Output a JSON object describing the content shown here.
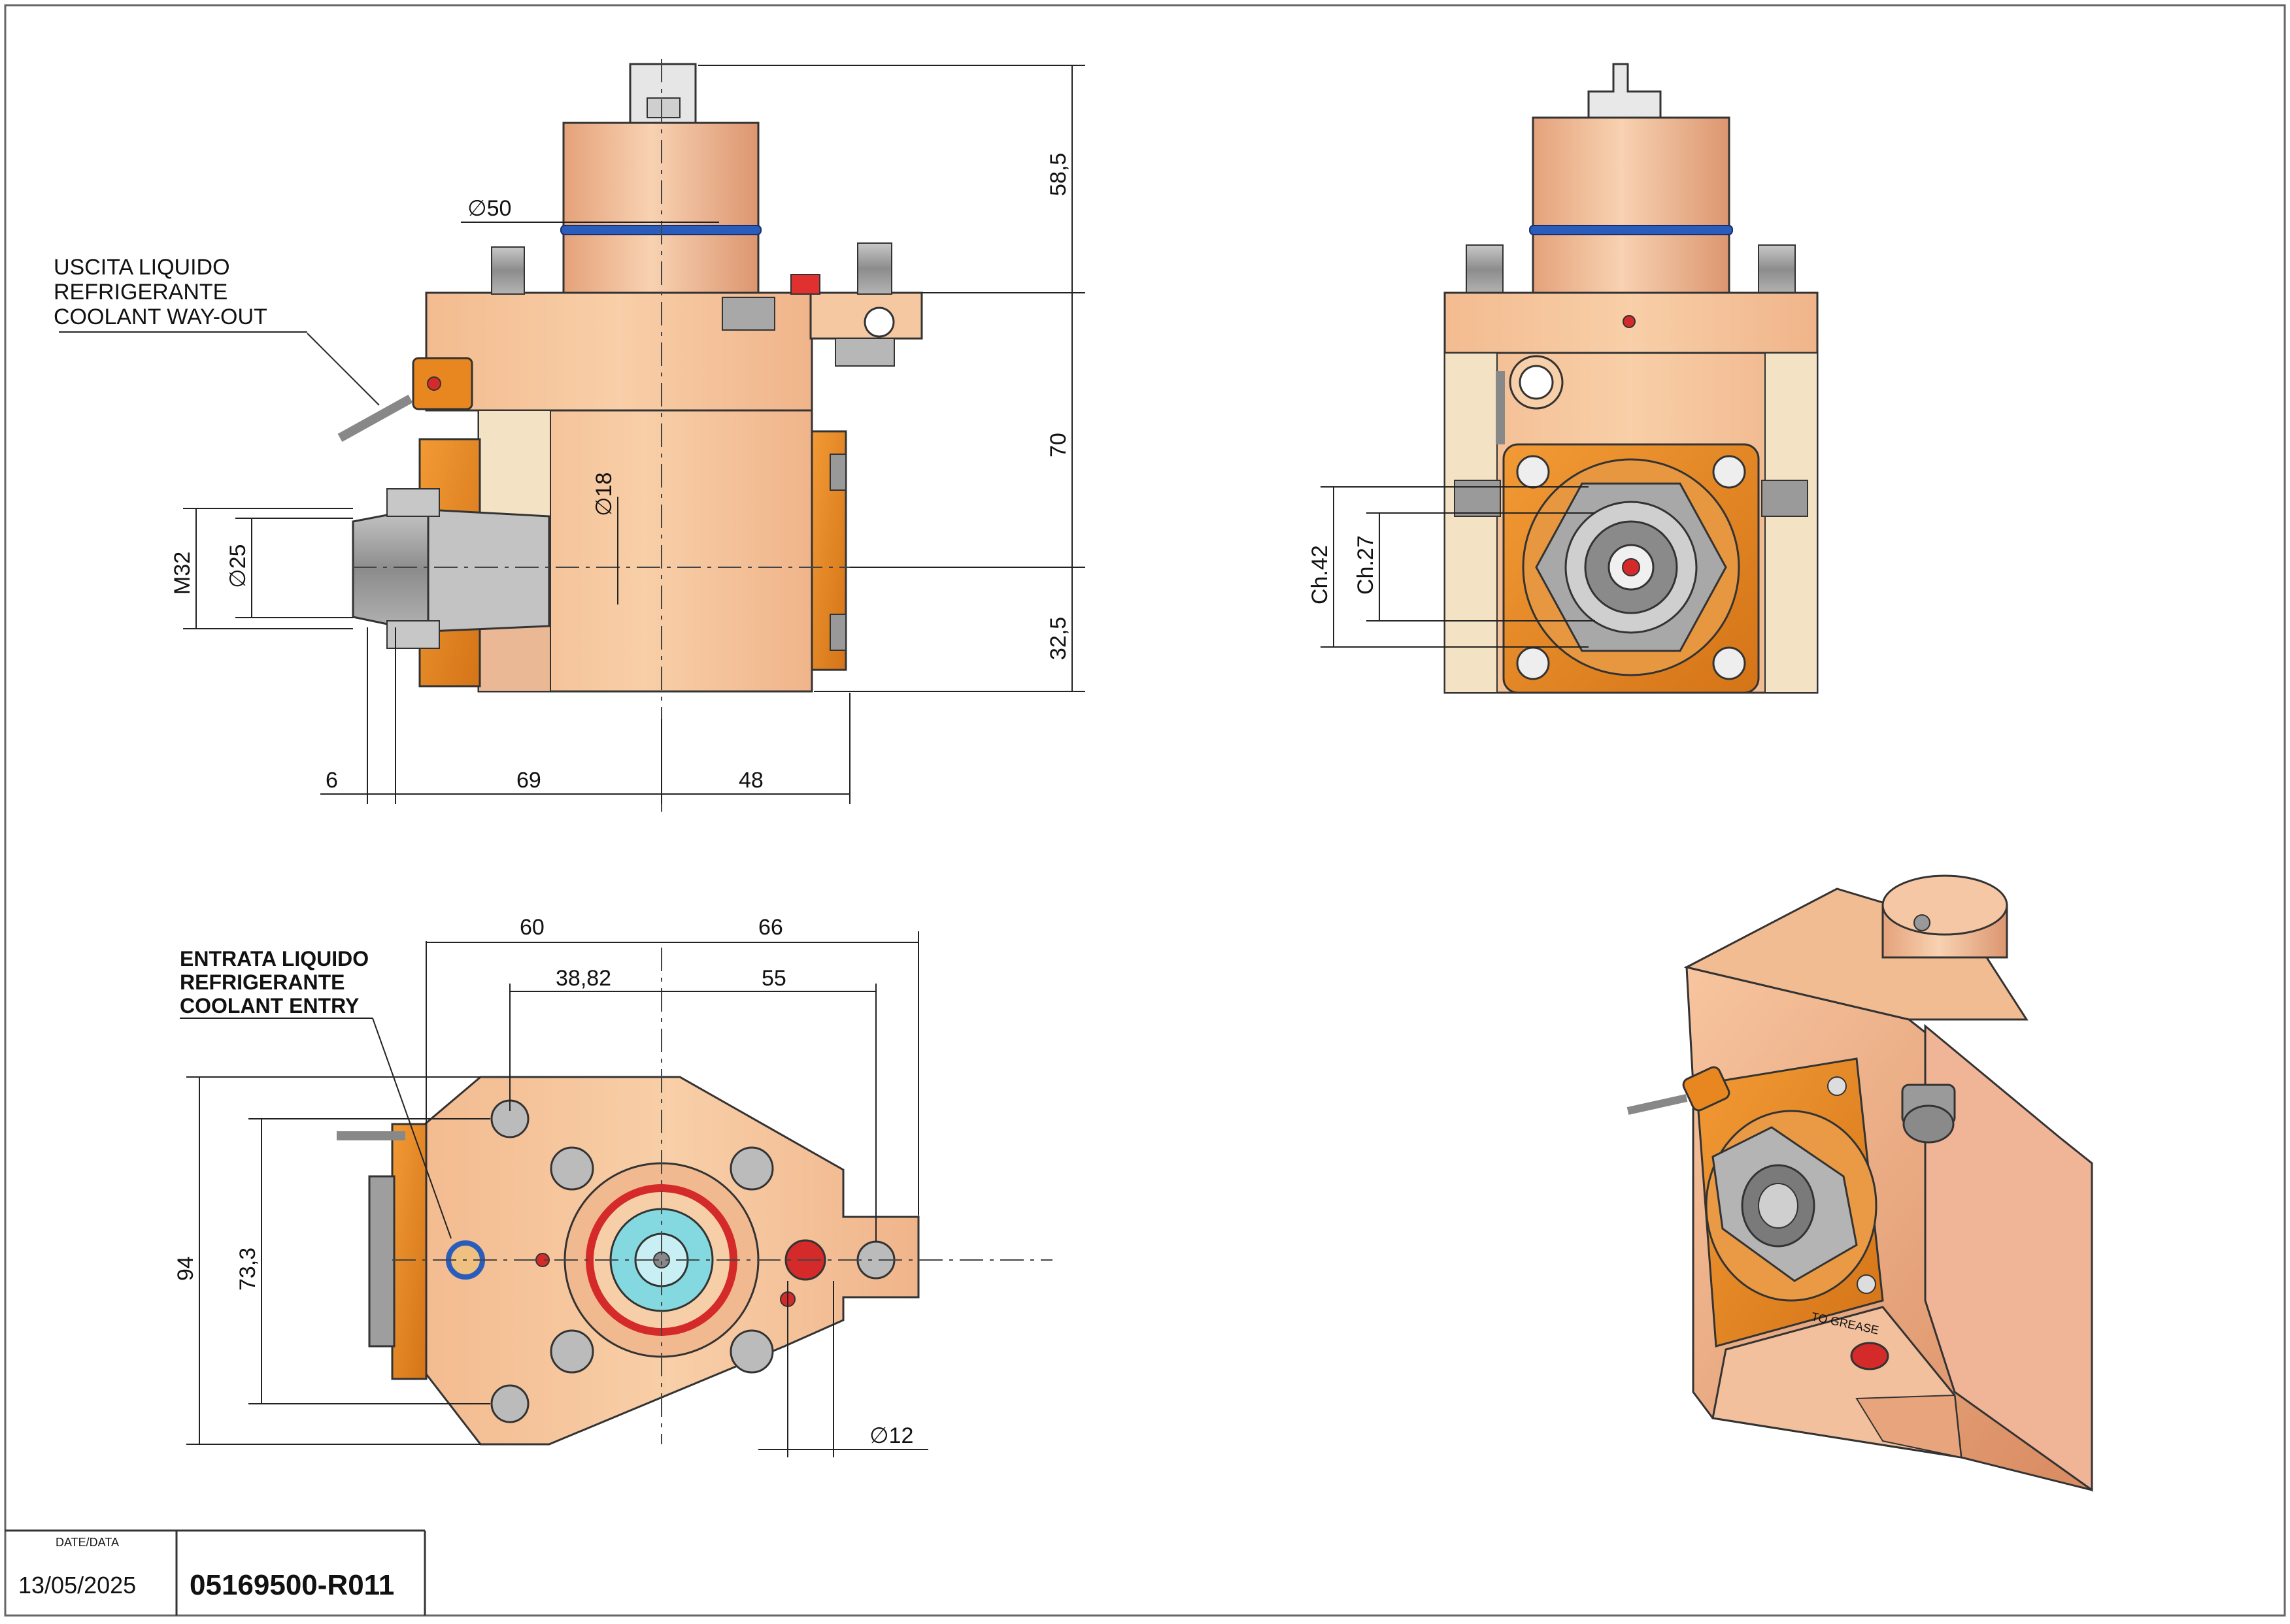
{
  "title_block": {
    "date_header": "DATE/DATA",
    "date": "13/05/2025",
    "code": "05169500-R011"
  },
  "labels": {
    "coolant_out": [
      "USCITA LIQUIDO",
      "REFRIGERANTE",
      "COOLANT WAY-OUT"
    ],
    "coolant_in": [
      "ENTRATA LIQUIDO",
      "REFRIGERANTE",
      "COOLANT ENTRY"
    ],
    "grease": "TO GREASE"
  },
  "dimensions": {
    "dia50": "∅50",
    "h58_5": "58,5",
    "h70": "70",
    "h32_5": "32,5",
    "dia18": "∅18",
    "m32": "M32",
    "dia25": "∅25",
    "d6": "6",
    "d69": "69",
    "d48": "48",
    "ch42": "Ch.42",
    "ch27": "Ch.27",
    "d60": "60",
    "d66": "66",
    "d38_82": "38,82",
    "d55": "55",
    "d94": "94",
    "d73_3": "73,3",
    "dia12": "∅12"
  },
  "colors": {
    "body_light": "#f6c8a2",
    "body_mid": "#eeb48a",
    "body_dark": "#d9895a",
    "flange_orange": "#e5861f",
    "grey_part": "#9a9a9a",
    "blue_ring": "#2a5dbb",
    "red_plug": "#d42a2a",
    "cyan_nut": "#84d8e0"
  }
}
